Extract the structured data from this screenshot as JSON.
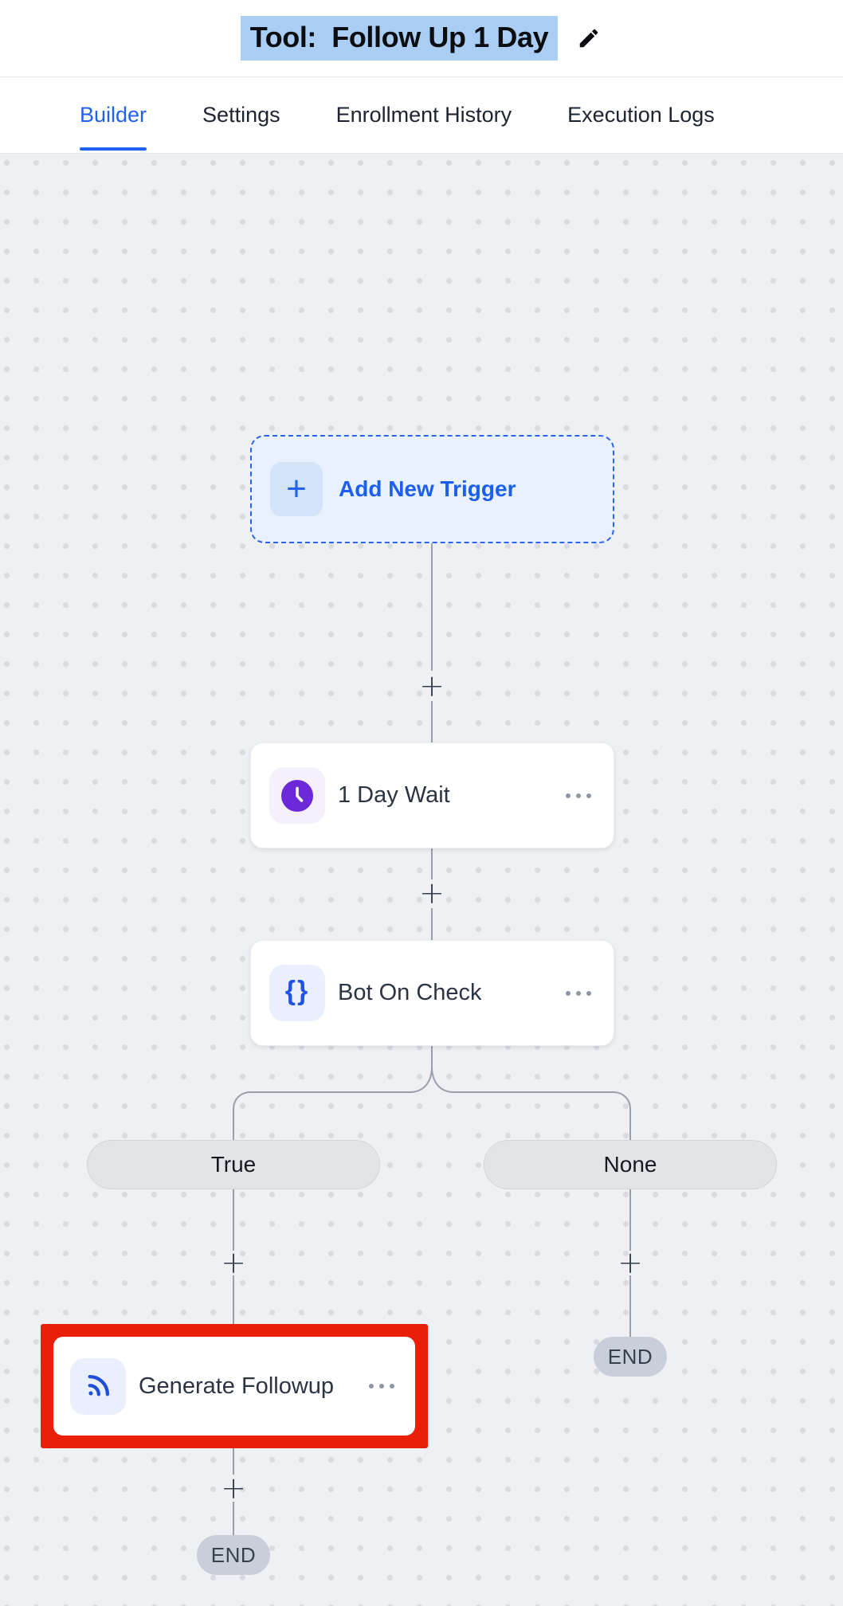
{
  "header": {
    "title": "Tool:  Follow Up 1 Day",
    "edit_icon": "pencil-icon",
    "selection_color": "#a9cdf3"
  },
  "tabs": [
    {
      "label": "Builder",
      "active": true
    },
    {
      "label": "Settings",
      "active": false
    },
    {
      "label": "Enrollment History",
      "active": false
    },
    {
      "label": "Execution Logs",
      "active": false
    }
  ],
  "canvas": {
    "trigger": {
      "label": "Add New Trigger",
      "plus_glyph": "+",
      "icon": "plus-icon"
    },
    "add_step_glyph": "+",
    "nodes": [
      {
        "label": "1 Day Wait",
        "icon": "clock-icon",
        "menu_icon": "ellipsis-icon"
      },
      {
        "label": "Bot On Check",
        "icon": "curly-braces-icon",
        "menu_icon": "ellipsis-icon",
        "braces_glyph": "{}"
      },
      {
        "label": "Generate Followup",
        "icon": "rss-icon",
        "menu_icon": "ellipsis-icon",
        "highlighted": true
      }
    ],
    "branches": [
      {
        "label": "True"
      },
      {
        "label": "None"
      }
    ],
    "end_label": "END"
  },
  "colors": {
    "accent_blue": "#2563eb",
    "active_tab_blue": "#2160f0",
    "wait_purple": "#6d28d9",
    "highlight_red": "#ea1f0a",
    "canvas_bg": "#eef0f3",
    "connector_gray": "#9aa0aa"
  }
}
